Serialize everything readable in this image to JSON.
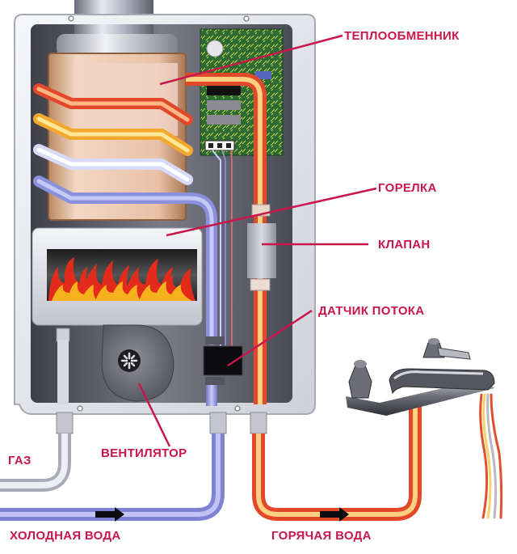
{
  "title": "Устройство газовой колонки",
  "colors": {
    "label": "#c8174a",
    "leader": "#c8174a",
    "hot_pipe": "#f06a2a",
    "hot_pipe_core": "#ffd27a",
    "cold_pipe": "#8f95e0",
    "gas_pipe": "#d6d8e2",
    "housing": "#e9eaef",
    "interior": "#5f5f6a",
    "pcb": "#2f7a3a"
  },
  "labels": {
    "heat_exchanger": "ТЕПЛООБМЕННИК",
    "burner": "ГОРЕЛКА",
    "valve": "КЛАПАН",
    "flow_sensor": "ДАТЧИК ПОТОКА",
    "fan": "ВЕНТИЛЯТОР",
    "gas": "ГАЗ",
    "cold_water": "ХОЛОДНАЯ ВОДА",
    "hot_water": "ГОРЯЧАЯ ВОДА"
  },
  "components": [
    {
      "id": "heat-exchanger",
      "name": "Теплообменник"
    },
    {
      "id": "burner",
      "name": "Горелка"
    },
    {
      "id": "valve",
      "name": "Клапан"
    },
    {
      "id": "flow-sensor",
      "name": "Датчик потока"
    },
    {
      "id": "fan",
      "name": "Вентилятор"
    },
    {
      "id": "control-board",
      "name": "Плата управления"
    },
    {
      "id": "faucet",
      "name": "Смеситель"
    }
  ],
  "flows": [
    {
      "id": "gas",
      "direction": "in"
    },
    {
      "id": "cold-water",
      "direction": "in",
      "arrow": "right"
    },
    {
      "id": "hot-water",
      "direction": "out",
      "arrow": "right"
    }
  ]
}
